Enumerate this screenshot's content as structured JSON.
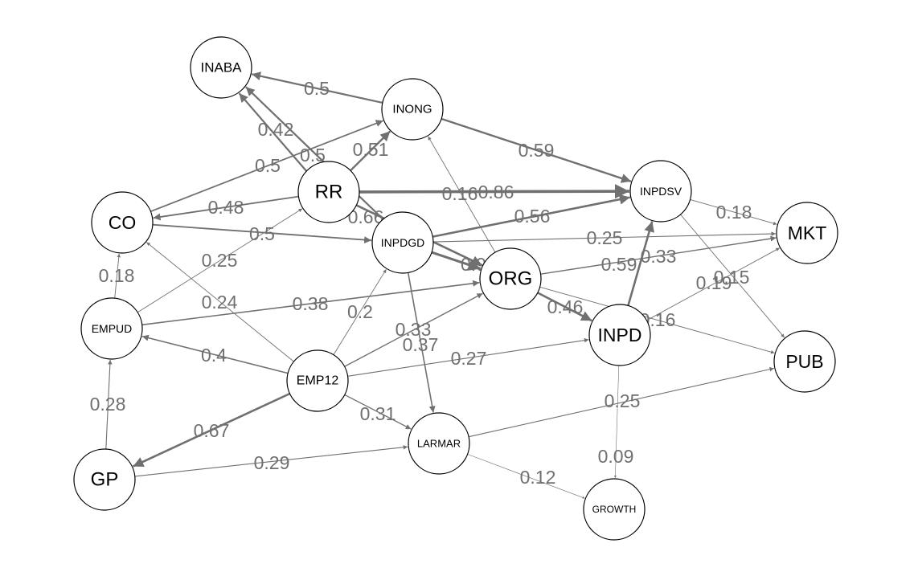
{
  "diagram": {
    "nodes": [
      {
        "id": "INABA",
        "label": "INABA"
      },
      {
        "id": "INONG",
        "label": "INONG"
      },
      {
        "id": "RR",
        "label": "RR"
      },
      {
        "id": "CO",
        "label": "CO"
      },
      {
        "id": "INPDGD",
        "label": "INPDGD"
      },
      {
        "id": "INPDSV",
        "label": "INPDSV"
      },
      {
        "id": "MKT",
        "label": "MKT"
      },
      {
        "id": "ORG",
        "label": "ORG"
      },
      {
        "id": "EMPUD",
        "label": "EMPUD"
      },
      {
        "id": "INPD",
        "label": "INPD"
      },
      {
        "id": "PUB",
        "label": "PUB"
      },
      {
        "id": "EMP12",
        "label": "EMP12"
      },
      {
        "id": "LARMAR",
        "label": "LARMAR"
      },
      {
        "id": "GP",
        "label": "GP"
      },
      {
        "id": "GROWTH",
        "label": "GROWTH"
      }
    ],
    "edges": [
      {
        "from": "INONG",
        "to": "INABA",
        "label": "0.5"
      },
      {
        "from": "RR",
        "to": "INABA",
        "label": "0.42"
      },
      {
        "from": "INPDGD",
        "to": "INABA",
        "label": "0.5"
      },
      {
        "from": "RR",
        "to": "INONG",
        "label": "0.51"
      },
      {
        "from": "CO",
        "to": "INONG",
        "label": "0.5"
      },
      {
        "from": "ORG",
        "to": "INONG",
        "label": "0.16"
      },
      {
        "from": "INONG",
        "to": "INPDSV",
        "label": "0.59"
      },
      {
        "from": "RR",
        "to": "INPDSV",
        "label": "0.86"
      },
      {
        "from": "INPDGD",
        "to": "INPDSV",
        "label": "0.56"
      },
      {
        "from": "INPD",
        "to": "INPDSV",
        "label": "0.59"
      },
      {
        "from": "RR",
        "to": "CO",
        "label": "0.48"
      },
      {
        "from": "RR",
        "to": "ORG",
        "label": "0.66"
      },
      {
        "from": "CO",
        "to": "INPDGD",
        "label": "0.5"
      },
      {
        "from": "INPDGD",
        "to": "MKT",
        "label": "0.25"
      },
      {
        "from": "INPDGD",
        "to": "ORG",
        "label": "0.9"
      },
      {
        "from": "INPDGD",
        "to": "LARMAR",
        "label": "0.37"
      },
      {
        "from": "INPDSV",
        "to": "MKT",
        "label": "0.18"
      },
      {
        "from": "INPDSV",
        "to": "PUB",
        "label": "0.15"
      },
      {
        "from": "ORG",
        "to": "MKT",
        "label": "0.33"
      },
      {
        "from": "ORG",
        "to": "INPD",
        "label": "0.46"
      },
      {
        "from": "ORG",
        "to": "PUB",
        "label": "0.16"
      },
      {
        "from": "INPD",
        "to": "MKT",
        "label": "0.19"
      },
      {
        "from": "INPD",
        "to": "GROWTH",
        "label": "0.09"
      },
      {
        "from": "EMPUD",
        "to": "CO",
        "label": "0.18"
      },
      {
        "from": "EMPUD",
        "to": "RR",
        "label": "0.25"
      },
      {
        "from": "EMPUD",
        "to": "ORG",
        "label": "0.38"
      },
      {
        "from": "EMP12",
        "to": "CO",
        "label": "0.24"
      },
      {
        "from": "EMP12",
        "to": "EMPUD",
        "label": "0.4"
      },
      {
        "from": "EMP12",
        "to": "INPDGD",
        "label": "0.2"
      },
      {
        "from": "EMP12",
        "to": "ORG",
        "label": "0.33"
      },
      {
        "from": "EMP12",
        "to": "INPD",
        "label": "0.27"
      },
      {
        "from": "EMP12",
        "to": "LARMAR",
        "label": "0.31"
      },
      {
        "from": "EMP12",
        "to": "GP",
        "label": "0.67"
      },
      {
        "from": "GP",
        "to": "EMPUD",
        "label": "0.28"
      },
      {
        "from": "GP",
        "to": "LARMAR",
        "label": "0.29"
      },
      {
        "from": "LARMAR",
        "to": "PUB",
        "label": "0.25"
      },
      {
        "from": "LARMAR",
        "to": "GROWTH",
        "label": "0.12"
      }
    ]
  }
}
